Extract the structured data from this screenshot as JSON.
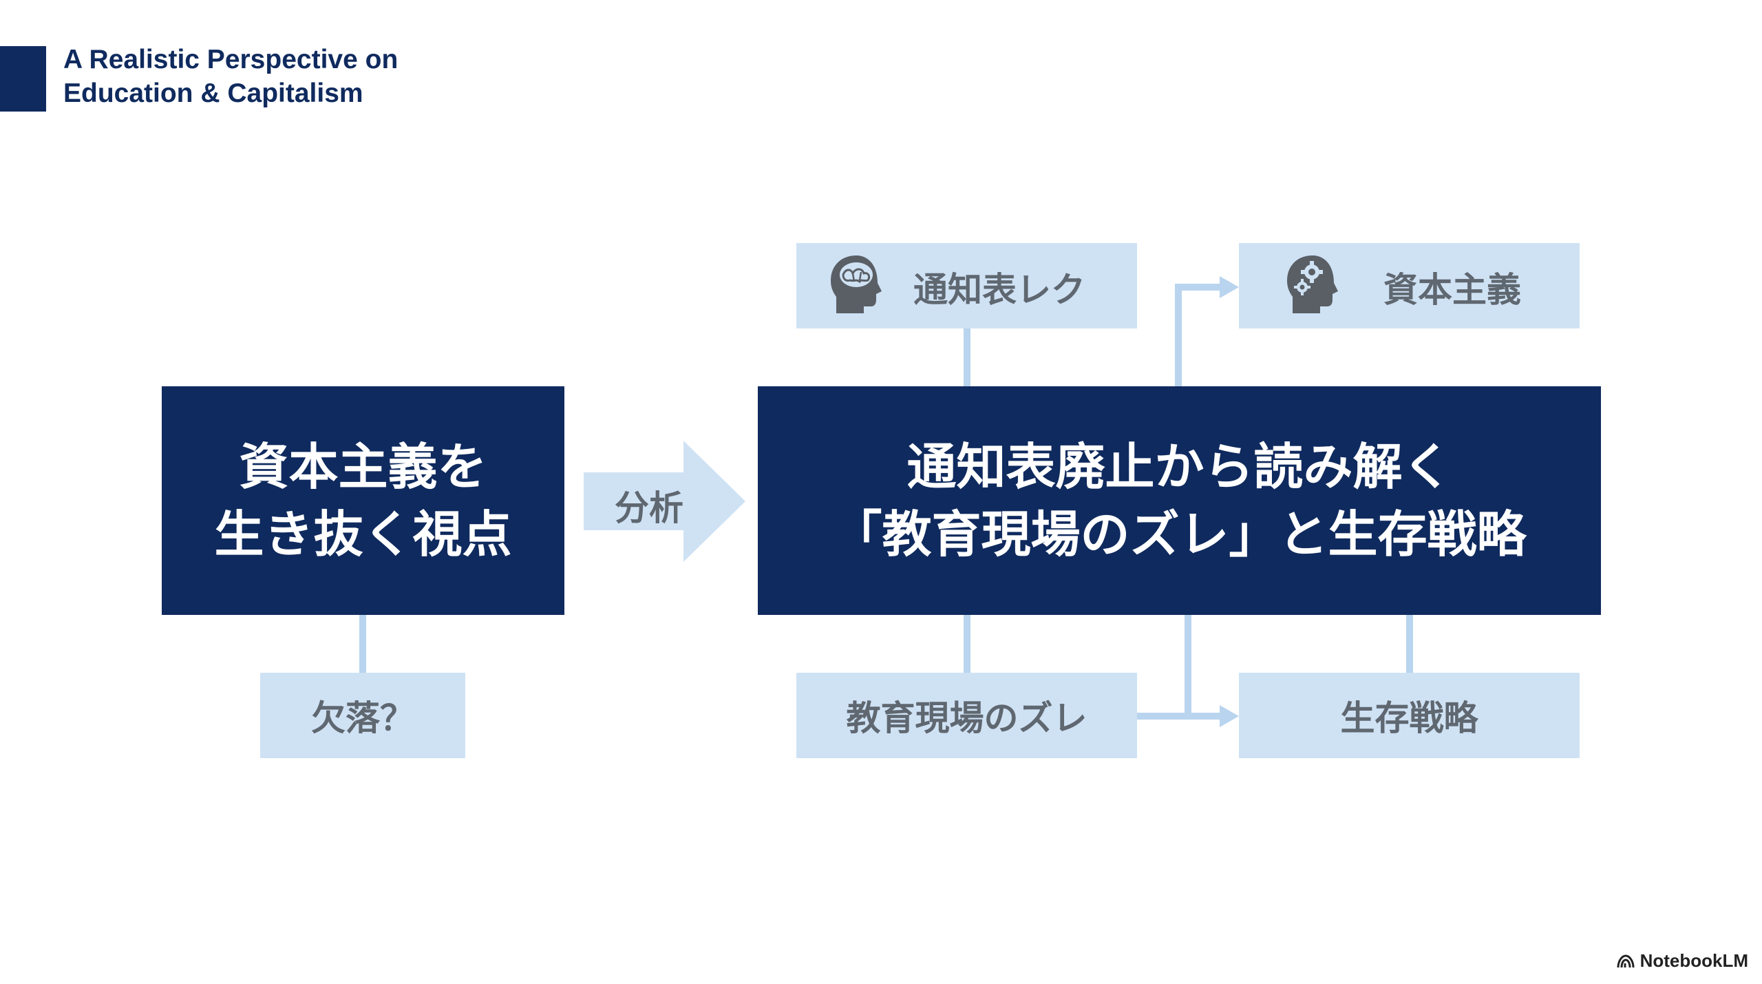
{
  "header": {
    "title_line1": "A Realistic Perspective on",
    "title_line2": "Education & Capitalism"
  },
  "diagram": {
    "left_box": {
      "line1": "資本主義を",
      "line2": "生き抜く視点"
    },
    "arrow_label": "分析",
    "center_box": {
      "line1": "通知表廃止から読み解く",
      "line2": "「教育現場のズレ」と生存戦略"
    },
    "top_left_node": {
      "label": "通知表レク",
      "icon": "brain-head-icon"
    },
    "top_right_node": {
      "label": "資本主義",
      "icon": "gears-head-icon"
    },
    "bottom_left_node": {
      "label": "欠落？"
    },
    "bottom_mid_node": {
      "label": "教育現場のズレ"
    },
    "bottom_right_node": {
      "label": "生存戦略"
    }
  },
  "brand": {
    "label": "NotebookLM",
    "icon": "notebooklm-logo-icon"
  },
  "colors": {
    "navy": "#0f2a5e",
    "light_box": "#cfe2f4",
    "connector": "#b9d4ee",
    "light_text": "#5f6770"
  }
}
